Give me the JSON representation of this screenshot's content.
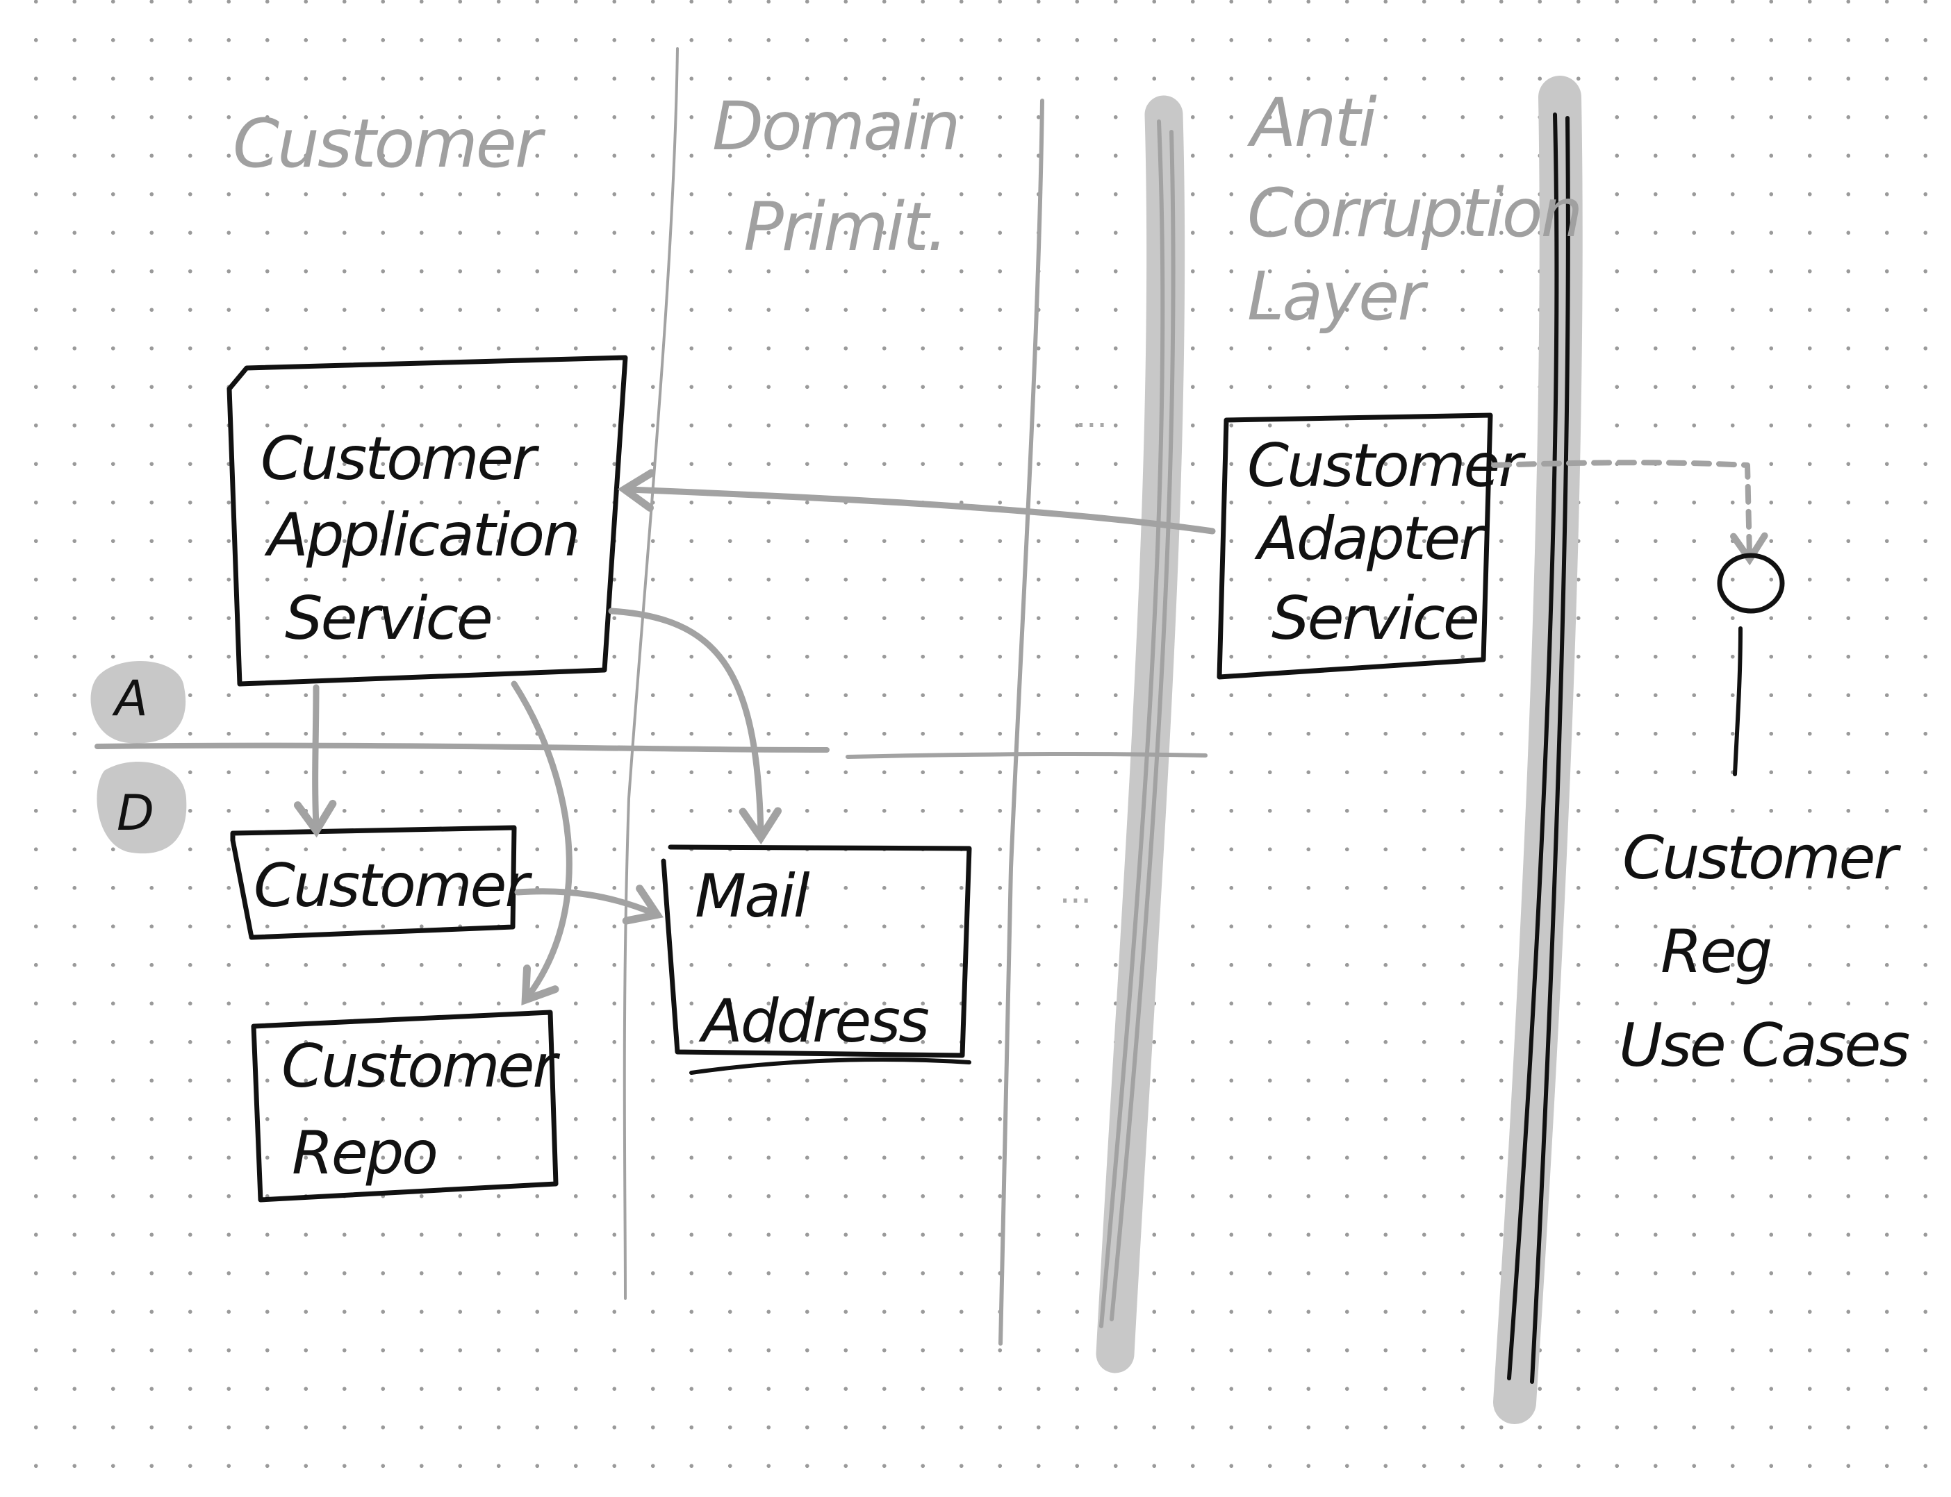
{
  "lanes": {
    "customer": "Customer",
    "domain_primitives": [
      "Domain",
      "Primit."
    ],
    "anti_corruption_layer": [
      "Anti",
      "Corruption",
      "Layer"
    ]
  },
  "layer_markers": {
    "application": "A",
    "domain": "D"
  },
  "boxes": {
    "customer_application_service": [
      "Customer",
      "Application",
      "Service"
    ],
    "customer_adapter_service": [
      "Customer",
      "Adapter",
      "Service"
    ],
    "customer_entity": [
      "Customer"
    ],
    "customer_repo": [
      "Customer",
      "Repo"
    ],
    "mail_address": [
      "Mail",
      "Address"
    ]
  },
  "external": {
    "label": [
      "Customer",
      "Reg",
      "Use Cases"
    ]
  },
  "ellipsis": "...",
  "colors": {
    "ink": "#111111",
    "pencil": "#a2a2a2",
    "highlighter": "#c8c8c8"
  }
}
